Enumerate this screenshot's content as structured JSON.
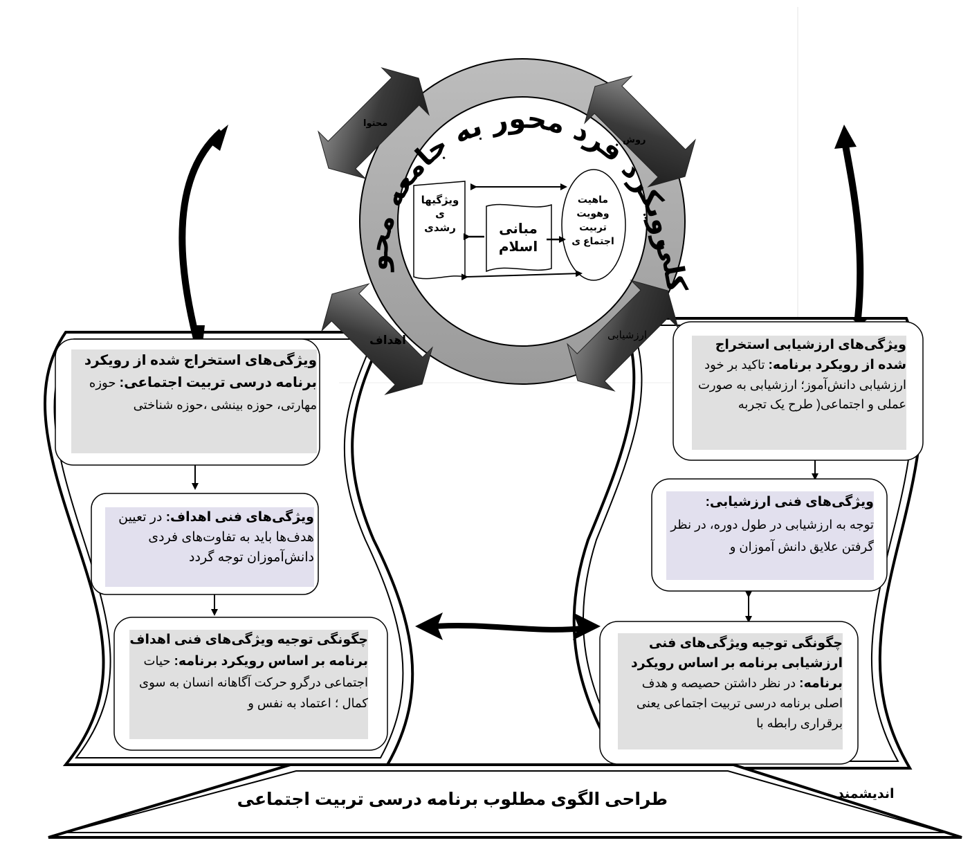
{
  "ring_text": "از رویکرد فرد محور به جامعه محور",
  "ring_text_right": "کلی",
  "arrows": {
    "content": "محتوا",
    "method": "روش",
    "goals": "اهداف",
    "evaluation": "ارزشیابی"
  },
  "center": {
    "growth_features": "ویژگیها ی رشدی",
    "foundations": "مبانی اسلام",
    "nature": "ماهیت وهویت تربیت اجتماع ی"
  },
  "left_boxes": {
    "extracted": {
      "title": "ویژگی‌های استخراج شده از رویکرد برنامه درسی تربیت اجتماعی:",
      "body": " حوزه مهارتی، حوزه بینشی ،حوزه شناختی"
    },
    "goals_tech": {
      "title": "ویژگی‌های فنی اهداف:",
      "body": " در تعیین هدف‌ها باید به تفاوت‌های فردی دانش‌آموزان توجه گردد"
    },
    "goals_justify": {
      "title": "چگونگی توجیه ویژگی‌های فنی اهداف برنامه بر اساس رویکرد برنامه:",
      "body": " حیات اجتماعی درگرو حرکت آگاهانه انسان به سوی کمال ؛ اعتماد به نفس و"
    }
  },
  "right_boxes": {
    "extracted": {
      "title": "ویژگی‌های ارزشیابی استخراج شده از رویکرد برنامه:",
      "body": " تاکید بر خود ارزشیابی دانش‌آموز؛ ارزشیابی به صورت عملی و اجتماعی( طرح یک تجربه"
    },
    "eval_tech": {
      "title": "ویژگی‌های فنی ارزشیابی:",
      "body": " توجه به ارزشیابی در طول دوره، در نظر گرفتن علایق دانش آموزان و"
    },
    "eval_justify": {
      "title": "چگونگی توجیه ویژگی‌های فنی ارزشیابی برنامه بر اساس رویکرد برنامه:",
      "body": " در نظر داشتن حصیصه و هدف اصلی برنامه درسی تربیت اجتماعی یعنی برقراری رابطه با"
    }
  },
  "base_title": "طراحی الگوی مطلوب برنامه درسی تربیت اجتماعی",
  "side_note": "اندیشمند"
}
